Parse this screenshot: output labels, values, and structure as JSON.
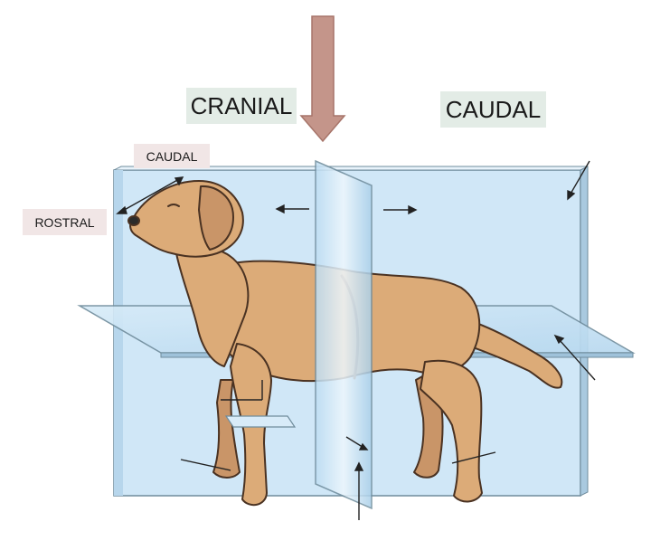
{
  "labels": {
    "cranial": "CRANIAL",
    "caudal_top": "CAUDAL",
    "caudal_head": "CAUDAL",
    "rostral": "ROSTRAL"
  },
  "colors": {
    "plane_fill": "#cfe6f7",
    "plane_stroke": "#6f8c9c",
    "dog_fill": "#dcab78",
    "dog_stroke": "#4a3222",
    "arrow_fill": "#c4958a",
    "cranial_bg": "#e3ece6",
    "caudal_small_bg": "#f1e6e6"
  }
}
